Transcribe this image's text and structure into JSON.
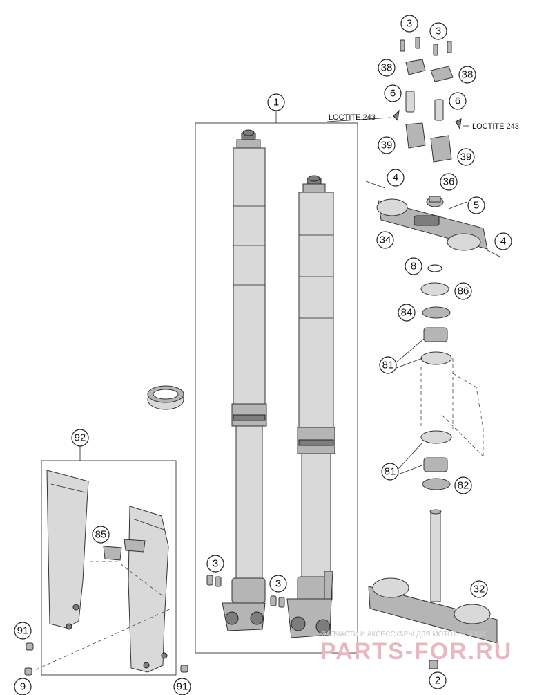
{
  "callouts": {
    "c1": "1",
    "c3_top_left": "3",
    "c3_top_right": "3",
    "c38_left": "38",
    "c38_right": "38",
    "c6_left": "6",
    "c6_right": "6",
    "c39_left": "39",
    "c39_right": "39",
    "c4_top": "4",
    "c36": "36",
    "c5": "5",
    "c34": "34",
    "c4_bottom": "4",
    "c8": "8",
    "c86": "86",
    "c84": "84",
    "c81_upper": "81",
    "c81_lower": "81",
    "c82": "82",
    "c92": "92",
    "c85": "85",
    "c3_fork_left": "3",
    "c3_fork_right": "3",
    "c32": "32",
    "c91_left": "91",
    "c91_right": "91",
    "c9": "9",
    "c2": "2"
  },
  "notes": {
    "loctite_left": "LOCTITE 243",
    "loctite_right": "LOCTITE 243"
  },
  "watermark": {
    "tagline": "ЗАПЧАСТИ И АКСЕССУАРЫ ДЛЯ МОТОТЕХНИКИ",
    "brand": "PARTS-FOR.RU"
  }
}
